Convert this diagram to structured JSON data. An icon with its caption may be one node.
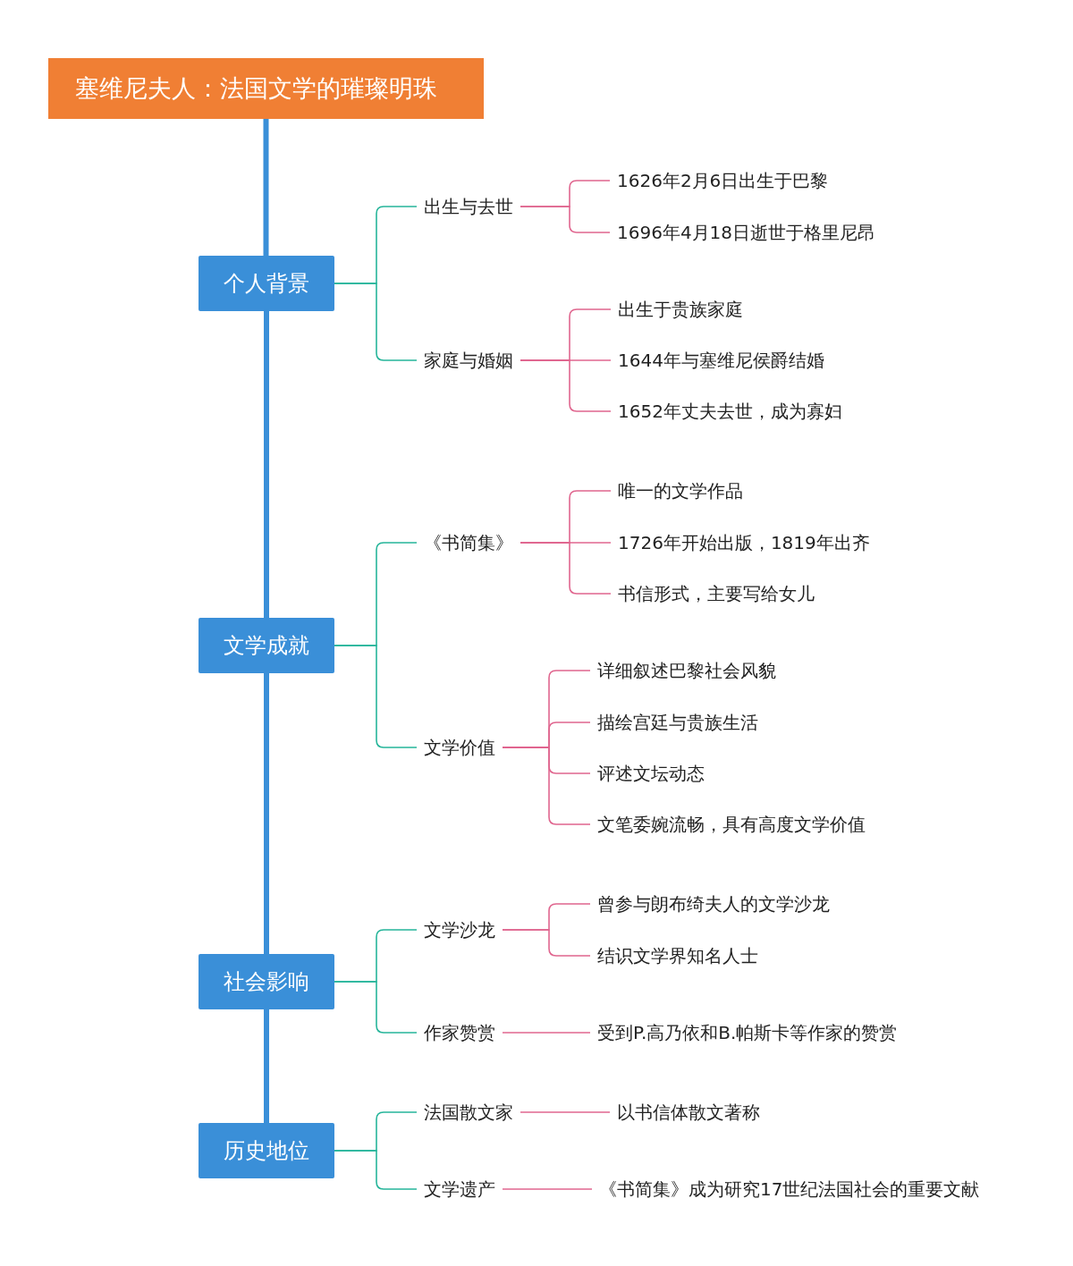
{
  "diagram": {
    "nodes": [
      {
        "text": [
          "塞维尼夫人：法国文学的璀璨明珠"
        ]
      },
      {
        "text": [
          "个人背景"
        ]
      },
      {
        "text": [
          "出生与去世"
        ]
      },
      {
        "text": [
          "1626年2月6日出生于巴黎"
        ]
      },
      {
        "text": [
          "1696年4月18日逝世于格里尼昂"
        ]
      },
      {
        "text": [
          "家庭与婚姻"
        ]
      },
      {
        "text": [
          "出生于贵族家庭"
        ]
      },
      {
        "text": [
          "1644年与塞维尼侯爵结婚"
        ]
      },
      {
        "text": [
          "1652年丈夫去世，成为寡妇"
        ]
      },
      {
        "text": [
          "文学成就"
        ]
      },
      {
        "text": [
          "《书简集》"
        ]
      },
      {
        "text": [
          "唯一的文学作品"
        ]
      },
      {
        "text": [
          "1726年开始出版，1819年出齐"
        ]
      },
      {
        "text": [
          "书信形式，主要写给女儿"
        ]
      },
      {
        "text": [
          "文学价值"
        ]
      },
      {
        "text": [
          "详细叙述巴黎社会风貌"
        ]
      },
      {
        "text": [
          "描绘宫廷与贵族生活"
        ]
      },
      {
        "text": [
          "评述文坛动态"
        ]
      },
      {
        "text": [
          "文笔委婉流畅，具有高度文学价值"
        ]
      },
      {
        "text": [
          "社会影响"
        ]
      },
      {
        "text": [
          "文学沙龙"
        ]
      },
      {
        "text": [
          "曾参与朗布绮夫人的文学沙龙"
        ]
      },
      {
        "text": [
          "结识文学界知名人士"
        ]
      },
      {
        "text": [
          "作家赞赏"
        ]
      },
      {
        "text": [
          "受到P.高乃依和B.帕斯卡等作家的赞赏"
        ]
      },
      {
        "text": [
          "历史地位"
        ]
      },
      {
        "text": [
          "法国散文家"
        ]
      },
      {
        "text": [
          "以书信体散文著称"
        ]
      },
      {
        "text": [
          "文学遗产"
        ]
      },
      {
        "text": [
          "《书简集》成为研究17世纪法国社会的重要文献"
        ]
      }
    ],
    "edges": [
      {
        "from": 0,
        "to": 1,
        "arrow": "none",
        "style": "thick",
        "color": "#3a8fd8"
      },
      {
        "from": 1,
        "to": 9,
        "arrow": "none",
        "style": "thick",
        "color": "#3a8fd8"
      },
      {
        "from": 9,
        "to": 19,
        "arrow": "none",
        "style": "thick",
        "color": "#3a8fd8"
      },
      {
        "from": 19,
        "to": 25,
        "arrow": "none",
        "style": "thick",
        "color": "#3a8fd8"
      },
      {
        "from": 1,
        "to": 2,
        "arrow": "none",
        "color": "#26b59a"
      },
      {
        "from": 1,
        "to": 5,
        "arrow": "none",
        "color": "#26b59a"
      },
      {
        "from": 2,
        "to": 3,
        "arrow": "none"
      },
      {
        "from": 2,
        "to": 4,
        "arrow": "none"
      },
      {
        "from": 5,
        "to": 6,
        "arrow": "none"
      },
      {
        "from": 5,
        "to": 7,
        "arrow": "none"
      },
      {
        "from": 5,
        "to": 8,
        "arrow": "none"
      },
      {
        "from": 9,
        "to": 10,
        "arrow": "none",
        "color": "#26b59a"
      },
      {
        "from": 9,
        "to": 14,
        "arrow": "none",
        "color": "#26b59a"
      },
      {
        "from": 10,
        "to": 11,
        "arrow": "none"
      },
      {
        "from": 10,
        "to": 12,
        "arrow": "none"
      },
      {
        "from": 10,
        "to": 13,
        "arrow": "none"
      },
      {
        "from": 14,
        "to": 15,
        "arrow": "none"
      },
      {
        "from": 14,
        "to": 16,
        "arrow": "none"
      },
      {
        "from": 14,
        "to": 17,
        "arrow": "none"
      },
      {
        "from": 14,
        "to": 18,
        "arrow": "none"
      },
      {
        "from": 19,
        "to": 20,
        "arrow": "none",
        "color": "#26b59a"
      },
      {
        "from": 19,
        "to": 23,
        "arrow": "none",
        "color": "#26b59a"
      },
      {
        "from": 20,
        "to": 21,
        "arrow": "none"
      },
      {
        "from": 20,
        "to": 22,
        "arrow": "none"
      },
      {
        "from": 23,
        "to": 24,
        "arrow": "none"
      },
      {
        "from": 25,
        "to": 26,
        "arrow": "none",
        "color": "#26b59a"
      },
      {
        "from": 25,
        "to": 28,
        "arrow": "none",
        "color": "#26b59a"
      },
      {
        "from": 26,
        "to": 27,
        "arrow": "none"
      },
      {
        "from": 28,
        "to": 29,
        "arrow": "none"
      }
    ]
  }
}
